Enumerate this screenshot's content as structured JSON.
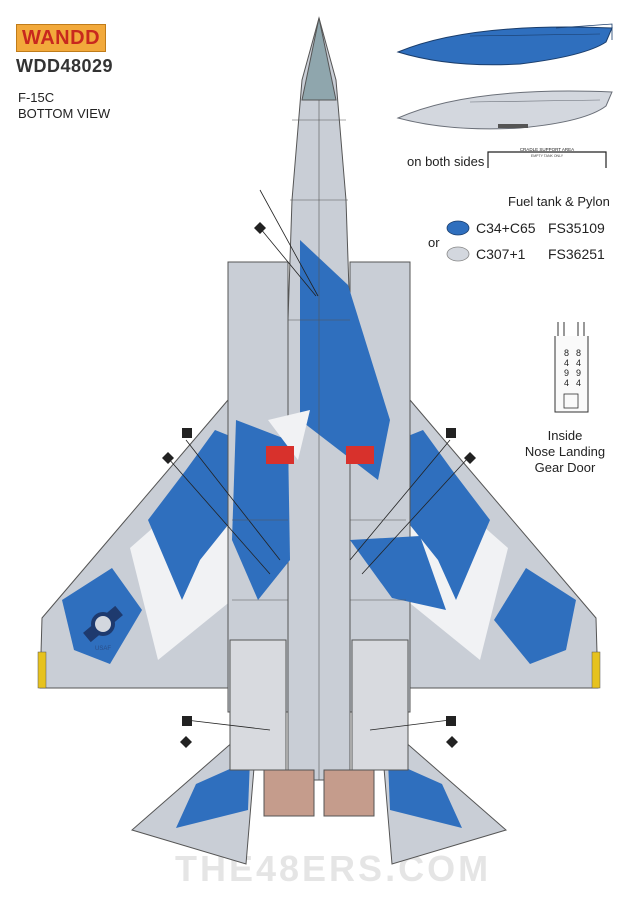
{
  "brand": "WANDD",
  "product_code": "WDD48029",
  "aircraft": "F-15C",
  "view": "BOTTOM VIEW",
  "tank_note": "on both sides",
  "cradle_label": "CRADLE SUPPORT AREA",
  "cradle_sub": "EMPTY TANK ONLY",
  "legend": {
    "title": "Fuel tank & Pylon",
    "or": "or",
    "items": [
      {
        "code": "C34+C65",
        "fs": "FS35109",
        "color": "#2f6fbe"
      },
      {
        "code": "C307+1",
        "fs": "FS36251",
        "color": "#d3d7de"
      }
    ]
  },
  "gear_door": {
    "digits": [
      "8",
      "4",
      "9",
      "4"
    ],
    "label_lines": [
      "Inside",
      "Nose Landing",
      "Gear Door"
    ]
  },
  "insignia_text": "USAF",
  "watermark": "THE48ERS.COM",
  "colors": {
    "camo_blue": "#2f6fbe",
    "camo_grey": "#c9ced6",
    "light_white": "#f1f2f4",
    "radome": "#8fa6ad",
    "brand_orange": "#f2a93b",
    "brand_red": "#c8281e"
  }
}
